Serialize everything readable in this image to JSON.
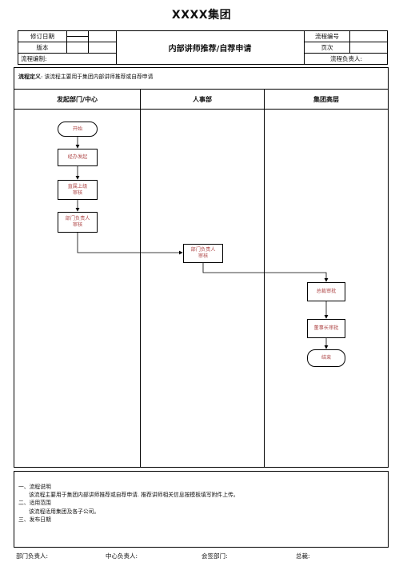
{
  "page_title": "XXXX集团",
  "header": {
    "revision_date_label": "修订日期",
    "version_label": "版本",
    "process_editor_label": "流程编制:",
    "document_title": "内部讲师推荐/自荐申请",
    "process_number_label": "流程编号",
    "page_label": "页次",
    "process_owner_label": "流程负责人:"
  },
  "definition": {
    "label": "流程定义",
    "colon": ":",
    "text": "该流程主要用于集团内部讲师推荐或自荐申请"
  },
  "lanes": {
    "initiator": "发起部门/中心",
    "hr": "人事部",
    "executive": "集团高层"
  },
  "nodes": {
    "start": "开始",
    "handler_initiate": "经办发起",
    "supervisor_review_1": "直属上级",
    "supervisor_review_2": "审核",
    "dept_head_review_1": "部门负责人",
    "dept_head_review_2": "审核",
    "hr_head_review_1": "部门负责人",
    "hr_head_review_2": "审核",
    "ceo_approval": "总裁审批",
    "chairman_approval": "董事长审批",
    "end": "结束"
  },
  "notes": {
    "item1_title": "一、流程说明",
    "item1_text": "该流程主要用于集团内部讲师推荐或自荐申请. 推荐讲师相关信息按模板填写附件上传。",
    "item2_title": "二、适用范围",
    "item2_text": "该流程适用集团及各子公司。",
    "item3_title": "三、发布日期"
  },
  "footer": {
    "dept_head": "部门负责人:",
    "center_head": "中心负责人:",
    "countersign": "会签部门:",
    "president": "总裁:"
  },
  "colors": {
    "node_text": "#b04a4a",
    "border": "#000000"
  }
}
